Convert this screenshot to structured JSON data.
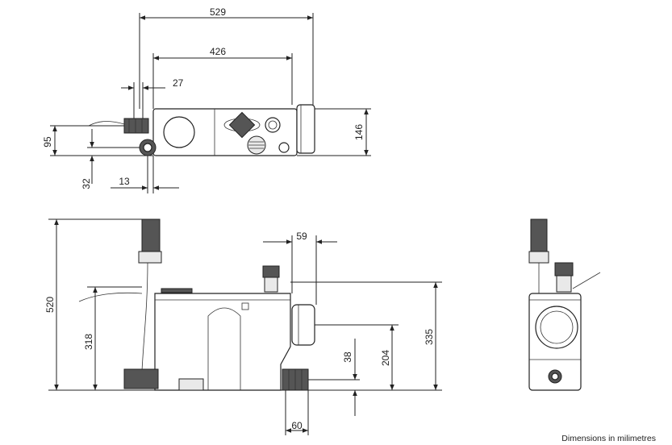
{
  "top_view": {
    "dim_overall_width": "529",
    "dim_body_width": "426",
    "dim_inlet_offset": "27",
    "dim_depth": "146",
    "dim_inlet_height": "95",
    "dim_outlet_offset_y": "32",
    "dim_outlet_offset_x": "13"
  },
  "front_view": {
    "dim_total_height": "520",
    "dim_inlet_height": "318",
    "dim_top_offset": "59",
    "dim_body_height": "335",
    "dim_side_outlet_height": "204",
    "dim_bottom_outlet_height": "38",
    "dim_bottom_outlet_offset": "60"
  },
  "footer": {
    "units_note": "Dimensions in milimetres"
  }
}
